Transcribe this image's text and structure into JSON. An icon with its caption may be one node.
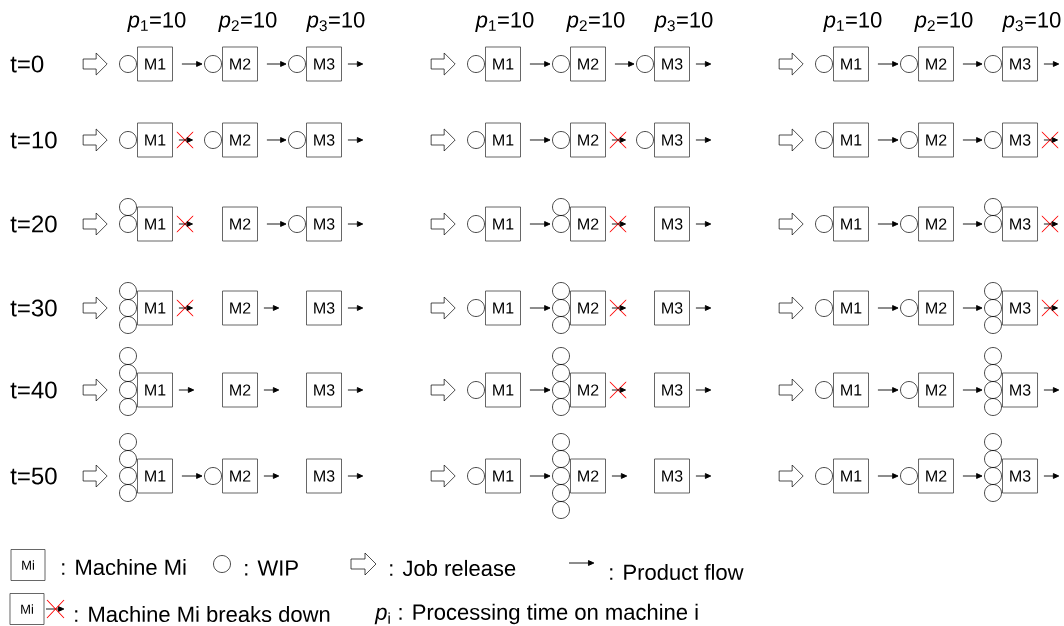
{
  "diagram": {
    "nodes": [
      {
        "text": [],
        "shape": "circle"
      },
      {
        "text": [
          "M1"
        ]
      },
      {
        "text": [],
        "shape": "circle"
      },
      {
        "text": [
          "M2"
        ]
      },
      {
        "text": [],
        "shape": "circle"
      },
      {
        "text": [
          "M3"
        ]
      },
      {
        "text": [],
        "shape": "circle"
      },
      {
        "text": [
          "M1"
        ]
      },
      {
        "text": [],
        "shape": "circle"
      },
      {
        "text": [
          "M2"
        ]
      },
      {
        "text": [],
        "shape": "circle"
      },
      {
        "text": [
          "M3"
        ]
      },
      {
        "text": [],
        "shape": "circle"
      },
      {
        "text": [
          "M1"
        ]
      },
      {
        "text": [],
        "shape": "circle"
      },
      {
        "text": [
          "M2"
        ]
      },
      {
        "text": [],
        "shape": "circle"
      },
      {
        "text": [
          "M3"
        ]
      },
      {
        "text": [],
        "shape": "circle"
      },
      {
        "text": [
          "M1"
        ]
      },
      {
        "text": [],
        "shape": "cross"
      },
      {
        "text": [],
        "shape": "circle"
      },
      {
        "text": [
          "M2"
        ]
      },
      {
        "text": [],
        "shape": "circle"
      },
      {
        "text": [
          "M3"
        ]
      },
      {
        "text": [],
        "shape": "circle"
      },
      {
        "text": [
          "M1"
        ]
      },
      {
        "text": [],
        "shape": "circle"
      },
      {
        "text": [
          "M2"
        ]
      },
      {
        "text": [],
        "shape": "cross"
      },
      {
        "text": [],
        "shape": "circle"
      },
      {
        "text": [
          "M3"
        ]
      },
      {
        "text": [],
        "shape": "circle"
      },
      {
        "text": [
          "M1"
        ]
      },
      {
        "text": [],
        "shape": "circle"
      },
      {
        "text": [
          "M2"
        ]
      },
      {
        "text": [],
        "shape": "circle"
      },
      {
        "text": [
          "M3"
        ]
      },
      {
        "text": [],
        "shape": "cross"
      },
      {
        "text": [],
        "shape": "circle"
      },
      {
        "text": [],
        "shape": "circle"
      },
      {
        "text": [
          "M1"
        ]
      },
      {
        "text": [],
        "shape": "cross"
      },
      {
        "text": [
          "M2"
        ]
      },
      {
        "text": [],
        "shape": "circle"
      },
      {
        "text": [
          "M3"
        ]
      },
      {
        "text": [],
        "shape": "circle"
      },
      {
        "text": [
          "M1"
        ]
      },
      {
        "text": [],
        "shape": "circle"
      },
      {
        "text": [],
        "shape": "circle"
      },
      {
        "text": [
          "M2"
        ]
      },
      {
        "text": [],
        "shape": "cross"
      },
      {
        "text": [
          "M3"
        ]
      },
      {
        "text": [],
        "shape": "circle"
      },
      {
        "text": [
          "M1"
        ]
      },
      {
        "text": [],
        "shape": "circle"
      },
      {
        "text": [
          "M2"
        ]
      },
      {
        "text": [],
        "shape": "circle"
      },
      {
        "text": [],
        "shape": "circle"
      },
      {
        "text": [
          "M3"
        ]
      },
      {
        "text": [],
        "shape": "cross"
      },
      {
        "text": [],
        "shape": "circle"
      },
      {
        "text": [],
        "shape": "circle"
      },
      {
        "text": [],
        "shape": "circle"
      },
      {
        "text": [
          "M1"
        ]
      },
      {
        "text": [],
        "shape": "cross"
      },
      {
        "text": [
          "M2"
        ]
      },
      {
        "text": [
          "M3"
        ]
      },
      {
        "text": [],
        "shape": "circle"
      },
      {
        "text": [
          "M1"
        ]
      },
      {
        "text": [],
        "shape": "circle"
      },
      {
        "text": [],
        "shape": "circle"
      },
      {
        "text": [],
        "shape": "circle"
      },
      {
        "text": [
          "M2"
        ]
      },
      {
        "text": [],
        "shape": "cross"
      },
      {
        "text": [
          "M3"
        ]
      },
      {
        "text": [],
        "shape": "circle"
      },
      {
        "text": [
          "M1"
        ]
      },
      {
        "text": [],
        "shape": "circle"
      },
      {
        "text": [
          "M2"
        ]
      },
      {
        "text": [],
        "shape": "circle"
      },
      {
        "text": [],
        "shape": "circle"
      },
      {
        "text": [],
        "shape": "circle"
      },
      {
        "text": [
          "M3"
        ]
      },
      {
        "text": [],
        "shape": "cross"
      },
      {
        "text": [],
        "shape": "circle"
      },
      {
        "text": [],
        "shape": "circle"
      },
      {
        "text": [],
        "shape": "circle"
      },
      {
        "text": [],
        "shape": "circle"
      },
      {
        "text": [
          "M1"
        ]
      },
      {
        "text": [
          "M2"
        ]
      },
      {
        "text": [
          "M3"
        ]
      },
      {
        "text": [],
        "shape": "circle"
      },
      {
        "text": [
          "M1"
        ]
      },
      {
        "text": [],
        "shape": "circle"
      },
      {
        "text": [],
        "shape": "circle"
      },
      {
        "text": [],
        "shape": "circle"
      },
      {
        "text": [],
        "shape": "circle"
      },
      {
        "text": [
          "M2"
        ]
      },
      {
        "text": [],
        "shape": "cross"
      },
      {
        "text": [
          "M3"
        ]
      },
      {
        "text": [],
        "shape": "circle"
      },
      {
        "text": [
          "M1"
        ]
      },
      {
        "text": [],
        "shape": "circle"
      },
      {
        "text": [
          "M2"
        ]
      },
      {
        "text": [],
        "shape": "circle"
      },
      {
        "text": [],
        "shape": "circle"
      },
      {
        "text": [],
        "shape": "circle"
      },
      {
        "text": [],
        "shape": "circle"
      },
      {
        "text": [
          "M3"
        ]
      },
      {
        "text": [],
        "shape": "circle"
      },
      {
        "text": [],
        "shape": "circle"
      },
      {
        "text": [],
        "shape": "circle"
      },
      {
        "text": [],
        "shape": "circle"
      },
      {
        "text": [
          "M1"
        ]
      },
      {
        "text": [],
        "shape": "circle"
      },
      {
        "text": [
          "M2"
        ]
      },
      {
        "text": [
          "M3"
        ]
      },
      {
        "text": [],
        "shape": "circle"
      },
      {
        "text": [
          "M1"
        ]
      },
      {
        "text": [],
        "shape": "circle"
      },
      {
        "text": [],
        "shape": "circle"
      },
      {
        "text": [],
        "shape": "circle"
      },
      {
        "text": [],
        "shape": "circle"
      },
      {
        "text": [],
        "shape": "circle"
      },
      {
        "text": [
          "M2"
        ]
      },
      {
        "text": [
          "M3"
        ]
      },
      {
        "text": [],
        "shape": "circle"
      },
      {
        "text": [
          "M1"
        ]
      },
      {
        "text": [],
        "shape": "circle"
      },
      {
        "text": [
          "M2"
        ]
      },
      {
        "text": [],
        "shape": "circle"
      },
      {
        "text": [],
        "shape": "circle"
      },
      {
        "text": [],
        "shape": "circle"
      },
      {
        "text": [],
        "shape": "circle"
      },
      {
        "text": [
          "M3"
        ]
      },
      {
        "text": [
          "Mi"
        ]
      },
      {
        "text": [],
        "shape": "circle"
      },
      {
        "text": [
          "Mi"
        ]
      }
    ],
    "edges": [
      {
        "from": null,
        "to": 0,
        "arrow": "to"
      },
      {
        "from": 1,
        "to": 2,
        "arrow": "to"
      },
      {
        "from": 3,
        "to": 4,
        "arrow": "to"
      },
      {
        "from": 5,
        "to": null,
        "arrow": "to"
      },
      {
        "from": null,
        "to": 6,
        "arrow": "to"
      },
      {
        "from": 7,
        "to": 8,
        "arrow": "to"
      },
      {
        "from": 9,
        "to": 10,
        "arrow": "to"
      },
      {
        "from": 11,
        "to": null,
        "arrow": "to"
      },
      {
        "from": null,
        "to": 12,
        "arrow": "to"
      },
      {
        "from": 13,
        "to": 14,
        "arrow": "to"
      },
      {
        "from": 15,
        "to": 16,
        "arrow": "to"
      },
      {
        "from": 17,
        "to": null,
        "arrow": "to"
      },
      {
        "from": null,
        "to": 18,
        "arrow": "to"
      },
      {
        "from": 19,
        "to": 20,
        "arrow": "to"
      },
      {
        "from": 22,
        "to": 23,
        "arrow": "to"
      },
      {
        "from": 24,
        "to": null,
        "arrow": "to"
      },
      {
        "from": null,
        "to": 25,
        "arrow": "to"
      },
      {
        "from": 26,
        "to": 27,
        "arrow": "to"
      },
      {
        "from": 28,
        "to": 29,
        "arrow": "to"
      },
      {
        "from": 31,
        "to": null,
        "arrow": "to"
      },
      {
        "from": null,
        "to": 32,
        "arrow": "to"
      },
      {
        "from": 33,
        "to": 34,
        "arrow": "to"
      },
      {
        "from": 35,
        "to": 36,
        "arrow": "to"
      },
      {
        "from": 37,
        "to": 38,
        "arrow": "to"
      },
      {
        "from": null,
        "to": 40,
        "arrow": "to"
      },
      {
        "from": 41,
        "to": 42,
        "arrow": "to"
      },
      {
        "from": 43,
        "to": 44,
        "arrow": "to"
      },
      {
        "from": 45,
        "to": null,
        "arrow": "to"
      },
      {
        "from": null,
        "to": 46,
        "arrow": "to"
      },
      {
        "from": 47,
        "to": 49,
        "arrow": "to"
      },
      {
        "from": 50,
        "to": 51,
        "arrow": "to"
      },
      {
        "from": 52,
        "to": null,
        "arrow": "to"
      },
      {
        "from": null,
        "to": 53,
        "arrow": "to"
      },
      {
        "from": 54,
        "to": 55,
        "arrow": "to"
      },
      {
        "from": 56,
        "to": 58,
        "arrow": "to"
      },
      {
        "from": 59,
        "to": 60,
        "arrow": "to"
      },
      {
        "from": null,
        "to": 62,
        "arrow": "to"
      },
      {
        "from": 64,
        "to": 65,
        "arrow": "to"
      },
      {
        "from": 66,
        "to": null,
        "arrow": "to"
      },
      {
        "from": 67,
        "to": null,
        "arrow": "to"
      },
      {
        "from": null,
        "to": 68,
        "arrow": "to"
      },
      {
        "from": 69,
        "to": 71,
        "arrow": "to"
      },
      {
        "from": 73,
        "to": 74,
        "arrow": "to"
      },
      {
        "from": 75,
        "to": null,
        "arrow": "to"
      },
      {
        "from": null,
        "to": 76,
        "arrow": "to"
      },
      {
        "from": 77,
        "to": 78,
        "arrow": "to"
      },
      {
        "from": 79,
        "to": 81,
        "arrow": "to"
      },
      {
        "from": 83,
        "to": 84,
        "arrow": "to"
      },
      {
        "from": null,
        "to": 87,
        "arrow": "to"
      },
      {
        "from": 89,
        "to": null,
        "arrow": "to"
      },
      {
        "from": 90,
        "to": null,
        "arrow": "to"
      },
      {
        "from": 91,
        "to": null,
        "arrow": "to"
      },
      {
        "from": null,
        "to": 92,
        "arrow": "to"
      },
      {
        "from": 93,
        "to": 96,
        "arrow": "to"
      },
      {
        "from": 98,
        "to": 99,
        "arrow": "to"
      },
      {
        "from": 100,
        "to": null,
        "arrow": "to"
      },
      {
        "from": null,
        "to": 101,
        "arrow": "to"
      },
      {
        "from": 102,
        "to": 103,
        "arrow": "to"
      },
      {
        "from": 104,
        "to": 107,
        "arrow": "to"
      },
      {
        "from": 109,
        "to": null,
        "arrow": "to"
      },
      {
        "from": null,
        "to": 112,
        "arrow": "to"
      },
      {
        "from": 114,
        "to": 115,
        "arrow": "to"
      },
      {
        "from": 116,
        "to": null,
        "arrow": "to"
      },
      {
        "from": 117,
        "to": null,
        "arrow": "to"
      },
      {
        "from": null,
        "to": 118,
        "arrow": "to"
      },
      {
        "from": 119,
        "to": 122,
        "arrow": "to"
      },
      {
        "from": 125,
        "to": null,
        "arrow": "to"
      },
      {
        "from": 126,
        "to": null,
        "arrow": "to"
      },
      {
        "from": null,
        "to": 127,
        "arrow": "to"
      },
      {
        "from": 128,
        "to": 129,
        "arrow": "to"
      },
      {
        "from": 130,
        "to": 133,
        "arrow": "to"
      },
      {
        "from": 135,
        "to": null,
        "arrow": "to"
      }
    ],
    "labels": [
      "*p*$_{1}$=10",
      "*p*$_{2}$=10",
      "*p*$_{3}$=10",
      "*p*$_{1}$=10",
      "*p*$_{2}$=10",
      "*p*$_{3}$=10",
      "*p*$_{1}$=10",
      "*p*$_{2}$=10",
      "*p*$_{3}$=10",
      "t=0",
      "t=10",
      "t=20",
      "t=30",
      "t=40",
      "t=50",
      "*p*$_{i}$ : Processing time on machine i"
    ],
    "legend": [
      {
        "text": ": Machine Mi"
      },
      {
        "text": ": WIP"
      },
      {
        "text": ": Job release"
      },
      {
        "text": ": Product flow"
      },
      {
        "text": ": Machine Mi breaks down"
      }
    ]
  }
}
